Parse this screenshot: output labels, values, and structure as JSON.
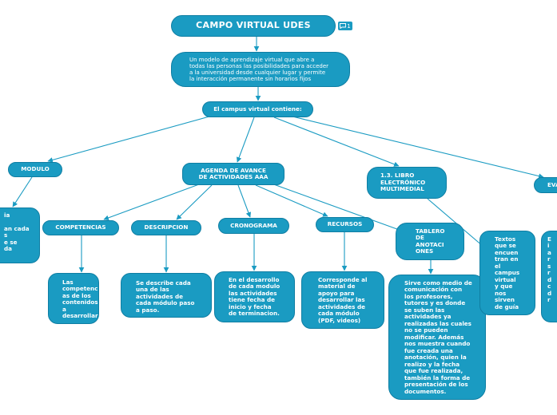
{
  "title": "CAMPO VIRTUAL UDES",
  "comment_count": "1",
  "summary": "Un modelo de aprendizaje virtual que abre a\ntodas las personas las posibilidades para acceder\na la universidad desde cualquier lugar y permite\nla interacción permanente sin horarios fijos",
  "contains_label": "El campus virtual contiene:",
  "nodes": {
    "modulo": "MODULO",
    "modulo_desc": "ia\n\nan cada\ns\ne se\nda",
    "agenda": "AGENDA DE AVANCE\nDE ACTIVIDADES AAA",
    "libro": "1.3.  LIBRO\nELECTRÓNICO\nMULTIMEDIAL",
    "eva": "EVA",
    "eva_desc": "E\ni\na\nr\ns\nr\nd\nc\nd\nr",
    "competencias": "COMPETENCIAS",
    "competencias_desc": "Las\ncompetenci\nas de los\ncontenidos\na\ndesarrollar",
    "descripcion": "DESCRIPCION",
    "descripcion_desc": "Se describe   cada\nuna de las\nactividades de\ncada módulo paso\na paso.",
    "cronograma": "CRONOGRAMA",
    "cronograma_desc": "En el desarrollo\nde cada modulo\nlas actividades\ntiene fecha de\ninicio y fecha\nde terminacion.",
    "recursos": "RECURSOS",
    "recursos_desc": "Corresponde al\nmaterial de\napoyo para\ndesarrollar las\nactividades de\ncada módulo\n(PDF, videos)",
    "tablero": "TABLERO\nDE\nANOTACI\nONES",
    "tablero_desc": "Sirve como medio de\ncomunicación con\nlos profesores,\ntutores y es donde\nse suben las\nactividades ya\nrealizadas las cuales\nno se pueden\nmodificar. Además\nnos muestra cuando\nfue creada una\nanotación, quien la\nrealizo y la fecha\nque fue realizada,\ntambién la forma de\npresentación de los\ndocumentos.",
    "libro_desc": "Textos\nque se\nencuen\ntran en\nel\ncampus\nvirtual\ny que\nnos\nsirven\nde guía"
  },
  "colors": {
    "node_fill": "#1a9bc2",
    "node_border": "#0f7ea3",
    "connector": "#1a9bc2",
    "text": "#ffffff"
  }
}
